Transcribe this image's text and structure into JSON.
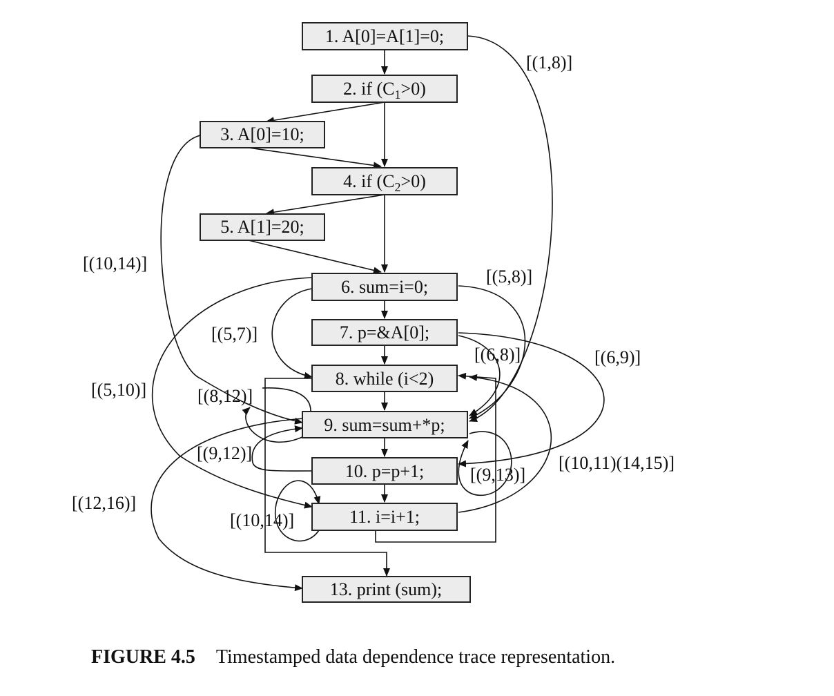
{
  "nodes": {
    "n1": "1. A[0]=A[1]=0;",
    "n2_pre": "2. if (C",
    "n2_sub": "1",
    "n2_post": ">0)",
    "n3": "3. A[0]=10;",
    "n4_pre": "4. if (C",
    "n4_sub": "2",
    "n4_post": ">0)",
    "n5": "5. A[1]=20;",
    "n6": "6. sum=i=0;",
    "n7": "7. p=&A[0];",
    "n8": "8. while (i<2)",
    "n9": "9. sum=sum+*p;",
    "n10": "10. p=p+1;",
    "n11": "11. i=i+1;",
    "n13": "13. print (sum);"
  },
  "edge_labels": {
    "e_1_9": "[(1,8)]",
    "e_3_9": "[(10,14)]",
    "e_6_9": "[(5,8)]",
    "e_6_8": "[(5,7)]",
    "e_7_9": "[(6,8)]",
    "e_7_10": "[(6,9)]",
    "e_6_11": "[(5,10)]",
    "e_9_9": "[(8,12)]",
    "e_10_9": "[(9,12)]",
    "e_10_10": "[(9,13)]",
    "e_11_8": "[(10,11)(14,15)]",
    "e_9_13": "[(12,16)]",
    "e_11_11": "[(10,14)]"
  },
  "caption": {
    "number": "FIGURE 4.5",
    "text": "Timestamped data dependence trace representation."
  }
}
